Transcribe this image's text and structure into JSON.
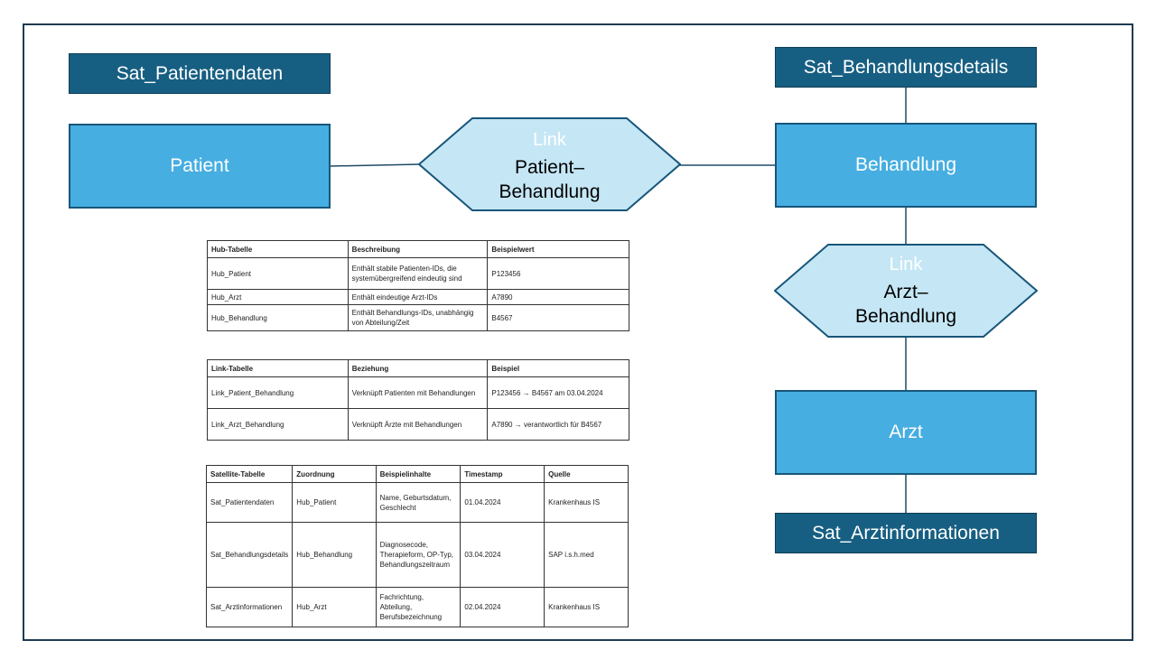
{
  "diagram": {
    "satellites": {
      "patientendaten": "Sat_Patientendaten",
      "behandlungsdetails": "Sat_Behandlungsdetails",
      "arztinformationen": "Sat_Arztinformationen"
    },
    "hubs": {
      "patient": "Patient",
      "behandlung": "Behandlung",
      "arzt": "Arzt"
    },
    "links": {
      "patient_behandlung": {
        "label": "Link",
        "line1": "Patient–",
        "line2": "Behandlung"
      },
      "arzt_behandlung": {
        "label": "Link",
        "line1": "Arzt–",
        "line2": "Behandlung"
      }
    }
  },
  "hub_table": {
    "headers": [
      "Hub-Tabelle",
      "Beschreibung",
      "Beispielwert"
    ],
    "rows": [
      [
        "Hub_Patient",
        "Enthält stabile Patienten-IDs, die systemübergreifend eindeutig sind",
        "P123456"
      ],
      [
        "Hub_Arzt",
        "Enthält eindeutige Arzt-IDs",
        "A7890"
      ],
      [
        "Hub_Behandlung",
        "Enthält Behandlungs-IDs, unabhängig von Abteilung/Zeit",
        "B4567"
      ]
    ]
  },
  "link_table": {
    "headers": [
      "Link-Tabelle",
      "Beziehung",
      "Beispiel"
    ],
    "rows": [
      [
        "Link_Patient_Behandlung",
        "Verknüpft Patienten mit Behandlungen",
        "P123456 → B4567 am 03.04.2024"
      ],
      [
        "Link_Arzt_Behandlung",
        "Verknüpft Ärzte mit Behandlungen",
        "A7890 → verantwortlich für B4567"
      ]
    ]
  },
  "satellite_table": {
    "headers": [
      "Satellite-Tabelle",
      "Zuordnung",
      "Beispielinhalte",
      "Timestamp",
      "Quelle"
    ],
    "rows": [
      [
        "Sat_Patientendaten",
        "Hub_Patient",
        "Name, Geburtsdatum, Geschlecht",
        "01.04.2024",
        "Krankenhaus IS"
      ],
      [
        "Sat_Behandlungsdetails",
        "Hub_Behandlung",
        "Diagnosecode, Therapieform, OP-Typ, Behandlungszeitraum",
        "03.04.2024",
        "SAP i.s.h.med"
      ],
      [
        "Sat_Arztinformationen",
        "Hub_Arzt",
        "Fachrichtung, Abteilung, Berufsbezeichnung",
        "02.04.2024",
        "Krankenhaus IS"
      ]
    ]
  }
}
